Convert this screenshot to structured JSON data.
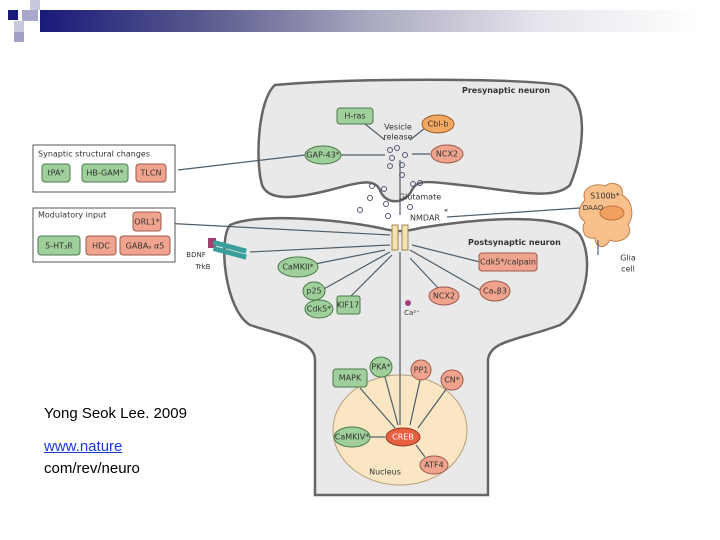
{
  "slide": {
    "citation": "Yong Seok Lee.  2009",
    "link_text": "www.nature",
    "link_rest": "com/rev/neuro"
  },
  "colors": {
    "header_bar_start": "#1a1a7a",
    "green_node": "#9fcf9a",
    "red_node": "#f0a48e",
    "cell_fill": "#e9e9e9",
    "nucleus_fill": "#fbe6c4",
    "glia_fill": "#f8c08a",
    "link": "#1a3bd6"
  },
  "diagram": {
    "presynaptic_label": "Presynaptic neuron",
    "postsynaptic_label": "Postsynaptic neuron",
    "vesicle_release": [
      "Vesicle",
      "release"
    ],
    "glutamate": "Glutamate",
    "nmdar": "NMDAR",
    "nmdar_star": "*",
    "glia_label": [
      "Glia",
      "cell"
    ],
    "s100b": "S100b*",
    "daao": "DAAO",
    "bdnf": "BDNF",
    "trkb": "TrkB",
    "ca2": "Ca²⁺",
    "nucleus": "Nucleus",
    "structural_box": {
      "title": "Synaptic structural changes",
      "items": [
        "tPA*",
        "HB-GAM*",
        "TLCN"
      ]
    },
    "modulatory_box": {
      "title": "Modulatory input",
      "items": [
        "ORL1*",
        "5-HT₃R",
        "HDC",
        "GABAₐ α5"
      ]
    },
    "nodes": {
      "hras": "H-ras",
      "gap43": "GAP-43*",
      "cblb": "Cbl-b",
      "ncx2_pre": "NCX2",
      "cdk5_calpain": "Cdk5*/calpain",
      "cavb3": "Caᵥβ3",
      "ncx2_post": "NCX2",
      "camkii": "CaMKII*",
      "p25": "p25",
      "cdk5": "Cdk5*",
      "kif17": "KIF17",
      "mapk": "MAPK",
      "pka": "PKA*",
      "pp1": "PP1",
      "cn": "CN*",
      "camkiv": "CaMKIV*",
      "creb": "CREB",
      "atf4": "ATF4"
    }
  }
}
